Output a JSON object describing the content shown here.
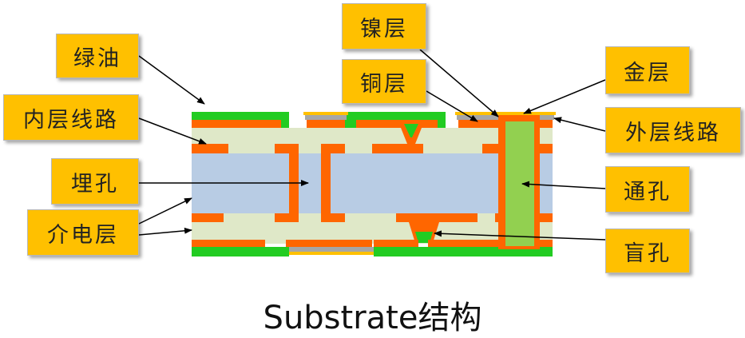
{
  "labels": {
    "green_oil": "绿油",
    "inner_layer_trace": "内层线路",
    "buried_via": "埋孔",
    "dielectric_layer": "介电层",
    "nickel_layer": "镍层",
    "copper_layer": "铜层",
    "gold_layer": "金层",
    "outer_layer_trace": "外层线路",
    "through_via": "通孔",
    "blind_via": "盲孔"
  },
  "caption": "Substrate结构",
  "colors": {
    "label_fill": "#ffc000",
    "dielectric": "#dfe8c8",
    "core": "#b8cce4",
    "copper": "#ff6600",
    "solder_mask": "#22cc22",
    "through_via_fill": "#92d050",
    "nickel": "#a6a6a6",
    "gold": "#ffc000"
  }
}
